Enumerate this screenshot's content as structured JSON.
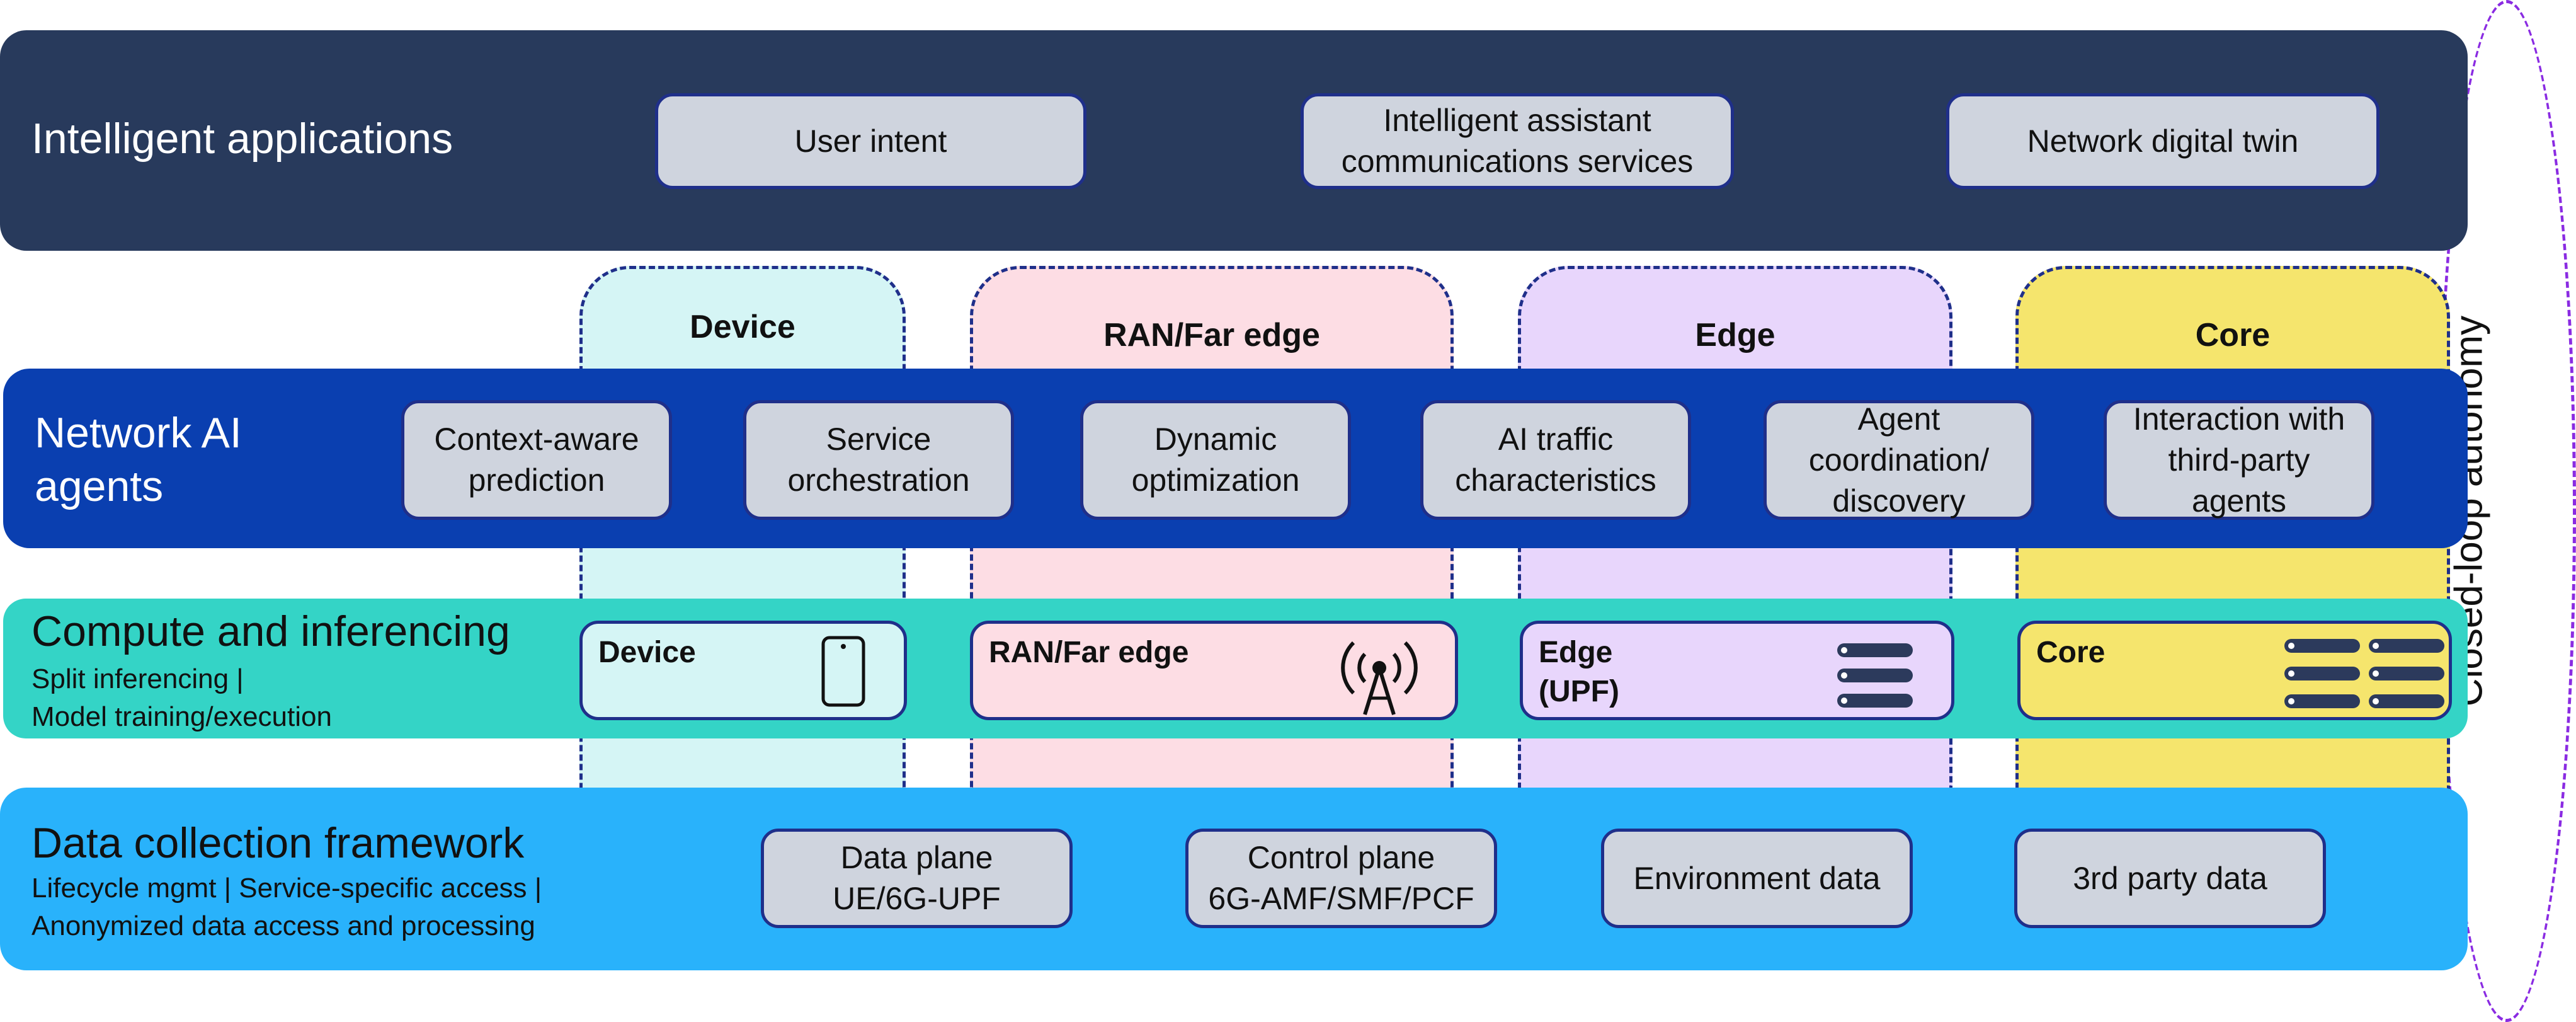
{
  "loop": {
    "label": "Closed-loop autonomy"
  },
  "columns": [
    {
      "label": "Device"
    },
    {
      "label": "RAN/Far edge"
    },
    {
      "label": "Edge"
    },
    {
      "label": "Core"
    }
  ],
  "apps": {
    "title": "Intelligent applications",
    "boxes": [
      "User intent",
      "Intelligent assistant communications services",
      "Network digital twin"
    ]
  },
  "agents": {
    "title_line1": "Network AI",
    "title_line2": "agents",
    "boxes": [
      "Context-aware prediction",
      "Service orchestration",
      "Dynamic optimization",
      "AI traffic characteristics",
      "Agent coordination/ discovery",
      "Interaction with third-party agents"
    ]
  },
  "compute": {
    "title": "Compute and inferencing",
    "sub_line1": "Split inferencing |",
    "sub_line2": "Model training/execution",
    "boxes": [
      {
        "line1": "Device",
        "line2": "",
        "icon": "smartphone-icon"
      },
      {
        "line1": "RAN/Far edge",
        "line2": "",
        "icon": "antenna-tower-icon"
      },
      {
        "line1": "Edge",
        "line2": "(UPF)",
        "icon": "server-stack-icon"
      },
      {
        "line1": "Core",
        "line2": "",
        "icon": "server-rack-icon"
      }
    ]
  },
  "data": {
    "title": "Data collection framework",
    "sub_line1": "Lifecycle mgmt | Service-specific access |",
    "sub_line2": "Anonymized data access and processing",
    "boxes": [
      {
        "line1": "Data plane",
        "line2": "UE/6G-UPF"
      },
      {
        "line1": "Control plane",
        "line2": "6G-AMF/SMF/PCF"
      },
      {
        "line1": "Environment data",
        "line2": ""
      },
      {
        "line1": "3rd party data",
        "line2": ""
      }
    ]
  },
  "colors": {
    "apps": "#283a5c",
    "agents": "#0a3fb0",
    "compute": "#34d4c6",
    "data": "#29b2fb",
    "device": "#d5f5f5",
    "ran": "#fddde4",
    "edge": "#e8d6fc",
    "core": "#f5e56d",
    "box": "#cfd4de",
    "loop": "#8a2be2"
  }
}
